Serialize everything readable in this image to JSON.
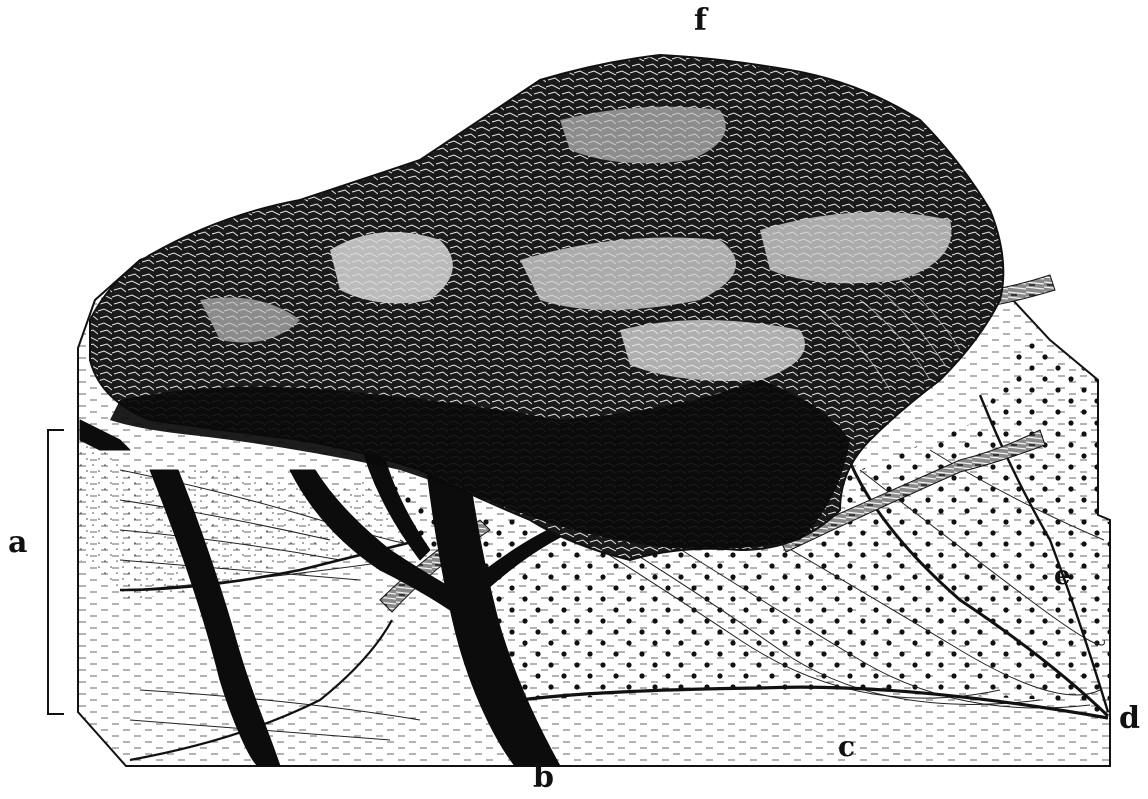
{
  "labels": {
    "a": "a",
    "b": "b",
    "c": "c",
    "d": "d",
    "e": "e",
    "f": "f"
  },
  "colors": {
    "ink": "#111111",
    "paper": "#ffffff"
  }
}
